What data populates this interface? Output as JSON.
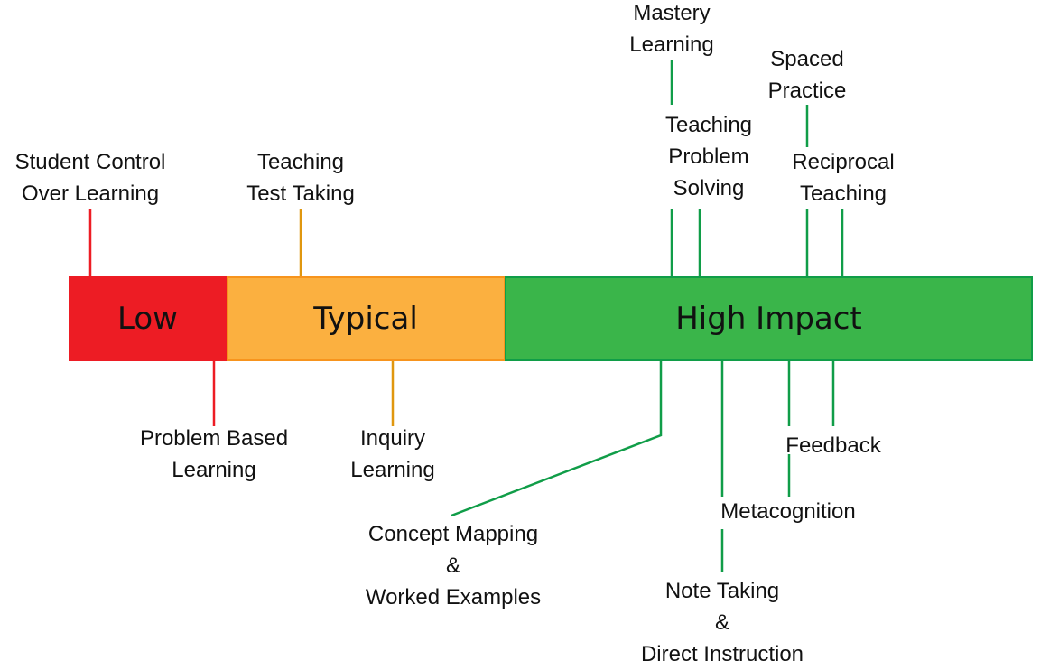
{
  "diagram": {
    "segments": [
      {
        "label": "Low",
        "color": "#ed1c24",
        "border": "#ed1c24"
      },
      {
        "label": "Typical",
        "color": "#fbb040",
        "border": "#f7941d"
      },
      {
        "label": "High Impact",
        "color": "#3ab54a",
        "border": "#109d48"
      }
    ],
    "strategies": {
      "student_control": "Student Control\nOver Learning",
      "teaching_test_taking": "Teaching\nTest Taking",
      "mastery_learning": "Mastery\nLearning",
      "teaching_problem_solving": "Teaching\nProblem\nSolving",
      "spaced_practice": "Spaced\nPractice",
      "reciprocal_teaching": "Reciprocal\nTeaching",
      "problem_based_learning": "Problem Based\nLearning",
      "inquiry_learning": "Inquiry\nLearning",
      "concept_mapping": "Concept Mapping\n&\nWorked Examples",
      "feedback": "Feedback",
      "metacognition": "Metacognition",
      "note_taking": "Note Taking\n&\nDirect Instruction"
    },
    "line_colors": {
      "low": "#ed1c24",
      "typical": "#e0970f",
      "high": "#109d48"
    }
  }
}
